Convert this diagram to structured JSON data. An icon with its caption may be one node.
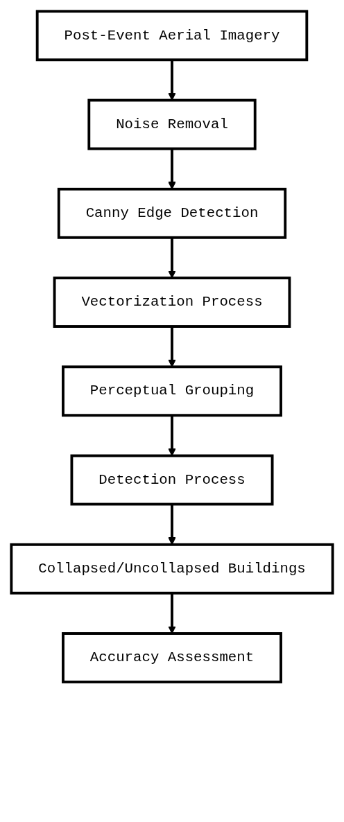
{
  "diagram": {
    "nodes": [
      {
        "text": [
          "Post-Event Aerial Imagery"
        ]
      },
      {
        "text": [
          "Noise Removal"
        ]
      },
      {
        "text": [
          "Canny Edge Detection"
        ]
      },
      {
        "text": [
          "Vectorization Process"
        ]
      },
      {
        "text": [
          "Perceptual Grouping"
        ]
      },
      {
        "text": [
          "Detection Process"
        ]
      },
      {
        "text": [
          "Collapsed/Uncollapsed Buildings"
        ]
      },
      {
        "text": [
          "Accuracy Assessment"
        ]
      }
    ],
    "edges": [
      {
        "from": 0,
        "to": 1,
        "arrow": "to"
      },
      {
        "from": 1,
        "to": 2,
        "arrow": "to"
      },
      {
        "from": 2,
        "to": 3,
        "arrow": "to"
      },
      {
        "from": 3,
        "to": 4,
        "arrow": "to"
      },
      {
        "from": 4,
        "to": 5,
        "arrow": "to"
      },
      {
        "from": 5,
        "to": 6,
        "arrow": "to"
      },
      {
        "from": 6,
        "to": 7,
        "arrow": "to"
      }
    ]
  }
}
